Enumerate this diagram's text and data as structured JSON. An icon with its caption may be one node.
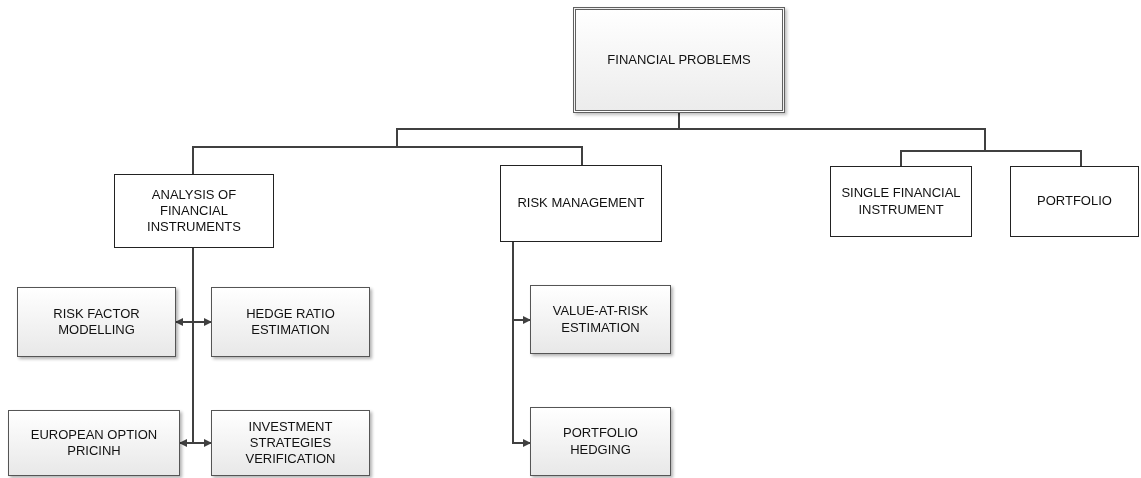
{
  "diagram": {
    "nodes": [
      {
        "text": [
          "FINANCIAL PROBLEMS"
        ]
      },
      {
        "text": [
          "ANALYSIS OF FINANCIAL INSTRUMENTS"
        ]
      },
      {
        "text": [
          "RISK MANAGEMENT"
        ]
      },
      {
        "text": [
          "SINGLE FINANCIAL INSTRUMENT"
        ]
      },
      {
        "text": [
          "PORTFOLIO"
        ]
      },
      {
        "text": [
          "RISK FACTOR MODELLING"
        ]
      },
      {
        "text": [
          "HEDGE RATIO ESTIMATION"
        ]
      },
      {
        "text": [
          "VALUE-AT-RISK ESTIMATION"
        ]
      },
      {
        "text": [
          "EUROPEAN OPTION PRICINH"
        ]
      },
      {
        "text": [
          "INVESTMENT STRATEGIES VERIFICATION"
        ]
      },
      {
        "text": [
          "PORTFOLIO HEDGING"
        ]
      }
    ],
    "edges": [
      {
        "from": 0,
        "to": 1,
        "arrow": "none"
      },
      {
        "from": 0,
        "to": 2,
        "arrow": "none"
      },
      {
        "from": 0,
        "to": 3,
        "arrow": "none"
      },
      {
        "from": 0,
        "to": 4,
        "arrow": "none"
      },
      {
        "from": 1,
        "to": 5,
        "arrow": "to"
      },
      {
        "from": 1,
        "to": 6,
        "arrow": "to"
      },
      {
        "from": 1,
        "to": 8,
        "arrow": "to"
      },
      {
        "from": 1,
        "to": 9,
        "arrow": "to"
      },
      {
        "from": 2,
        "to": 7,
        "arrow": "to"
      },
      {
        "from": 2,
        "to": 10,
        "arrow": "to"
      }
    ]
  }
}
